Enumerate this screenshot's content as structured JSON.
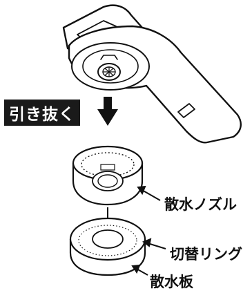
{
  "action": {
    "label": "引き抜く"
  },
  "parts": [
    {
      "id": "nozzle",
      "label": "散水ノズル"
    },
    {
      "id": "switch_ring",
      "label": "切替リング"
    },
    {
      "id": "spray_plate",
      "label": "散水板"
    }
  ],
  "colors": {
    "line": "#111111",
    "badge_bg": "#1a1a1a",
    "badge_text": "#ffffff",
    "fill": "#ffffff"
  }
}
